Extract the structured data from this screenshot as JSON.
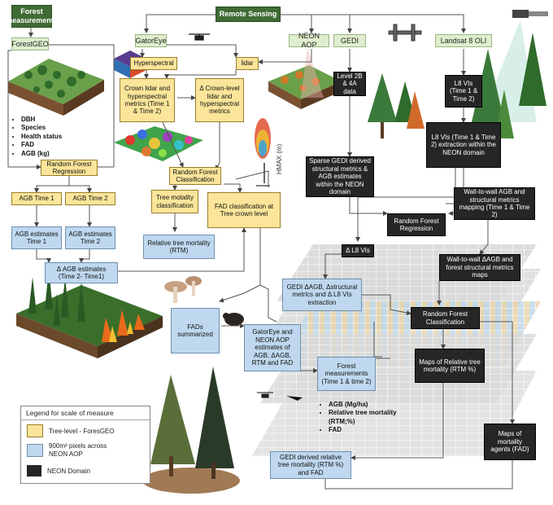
{
  "colors": {
    "tree_level": "#fbe59a",
    "pixel_level": "#bfd8ef",
    "neon_domain": "#262626",
    "header": "#3f6b34"
  },
  "headers": {
    "forest_measurements": "Forest measurements",
    "remote_sensing": "Remote Sensing"
  },
  "sources": {
    "forestgeo": "ForestGEO",
    "gatoreye": "GatorEye",
    "neon_aop": "NEON AOP",
    "gedi": "GEDI",
    "landsat": "Landsat 8 OLI"
  },
  "field_metrics": [
    "DBH",
    "Species",
    "Health status",
    "FAD",
    "AGB (kg)"
  ],
  "boxes": {
    "hyperspectral": "Hyperspectral",
    "lidar": "lidar",
    "crown_metrics": "Crown lidar and hyperspectral metrics (Time 1 & Time 2)",
    "delta_crown": "Δ Crown-level lidar and hyperspectral metrics",
    "rf_classification_tree": "Random Forest Classification",
    "rf_regression_field": "Random Forest Regression",
    "agb_time1": "AGB Time 1",
    "agb_time2": "AGB Time 2",
    "agb_est_time1": "AGB estimates Time 1",
    "agb_est_time2": "AGB estimates Time 2",
    "delta_agb": "Δ AGB estimates (Time 2- Time1)",
    "tree_mortality": "Tree motality classification",
    "fad_classification": "FAD classification at Tree crown level",
    "rtm": "Relative tree mortality (RTM)",
    "fads_summarized": "FADs summarized",
    "gatoreye_neon_est": "GatorEye and NEON AOP estimates of AGB, ΔAGB, RTM and FAD",
    "gedi_level": "Level 2B & 4A data",
    "sparse_gedi": "Sparse GEDI derived structural metrics & AGB estimates within the NEON domain",
    "l8_vis": "L8 VIs (Time 1 & Time 2)",
    "l8_extract": "L8 VIs (Time 1 & Time 2) extraction within the NEON domain",
    "rf_regression_main": "Random Forest Regression",
    "wall_agb": "Wall-to-wall AGB and structural metrics mapping (Time 1 & Time 2)",
    "delta_l8": "Δ L8 VIs",
    "wall_delta": "Wall-to-wall ΔAGB and forest structural metrics maps",
    "gedi_delta": "GEDI ΔAGB, Δstructural metrics and Δ L8 VIs extraction",
    "rf_classification_main": "Random Forest Classification",
    "forest_meas_t": "Forest measurements (Time 1 & time 2)",
    "maps_rtm": "Maps of Relative tree mortality (RTM %)",
    "maps_fad": "Maps of mortality agents (FAD)",
    "gedi_rtm_fad": "GEDI derived relative tree mortality (RTM %) and FAD"
  },
  "outputs": [
    "AGB (Mg/ha)",
    "Relative tree mortality (RTM;%)",
    "FAD"
  ],
  "hmax_label": "HMAX (m)",
  "legend": {
    "title": "Legend for scale of measure",
    "items": [
      {
        "label": "Tree-level - ForesGEO",
        "color": "#fbe59a"
      },
      {
        "label": "900m² pixels across NEON AOP",
        "color": "#bfd8ef"
      },
      {
        "label": "NEON Domain",
        "color": "#262626"
      }
    ]
  }
}
